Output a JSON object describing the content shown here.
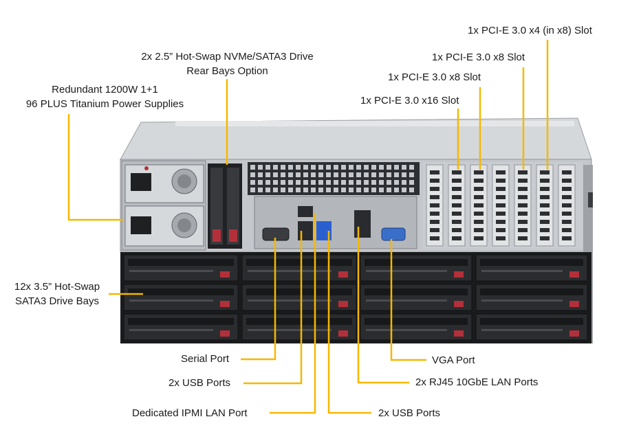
{
  "callouts": {
    "pcie_x4": "1x PCI-E 3.0 x4 (in x8) Slot",
    "pcie_x8_a": "1x PCI-E 3.0 x8 Slot",
    "pcie_x8_b": "1x PCI-E 3.0 x8 Slot",
    "pcie_x16": "1x PCI-E 3.0 x16 Slot",
    "rear_bays_line1": "2x 2.5” Hot-Swap NVMe/SATA3 Drive",
    "rear_bays_line2": "Rear Bays Option",
    "psu_line1": "Redundant 1200W 1+1",
    "psu_line2": "96 PLUS Titanium Power Supplies",
    "drive_bays_line1": "12x 3.5” Hot-Swap",
    "drive_bays_line2": "SATA3 Drive Bays",
    "serial_port": "Serial Port",
    "usb_ports_left": "2x USB Ports",
    "ipmi_port": "Dedicated IPMI LAN Port",
    "vga_port": "VGA Port",
    "rj45_ports": "2x RJ45 10GbE LAN Ports",
    "usb_ports_right": "2x USB Ports"
  },
  "colors": {
    "leader_line": "#f5b800",
    "chassis_body": "#c9ccd0",
    "chassis_dark": "#2b2d30",
    "drive_tray": "#1d1e20",
    "drive_latch": "#b3303a",
    "io_panel": "#b8bcc1",
    "vga_connector": "#3a6fc9",
    "usb3_port": "#2a5fd0"
  }
}
